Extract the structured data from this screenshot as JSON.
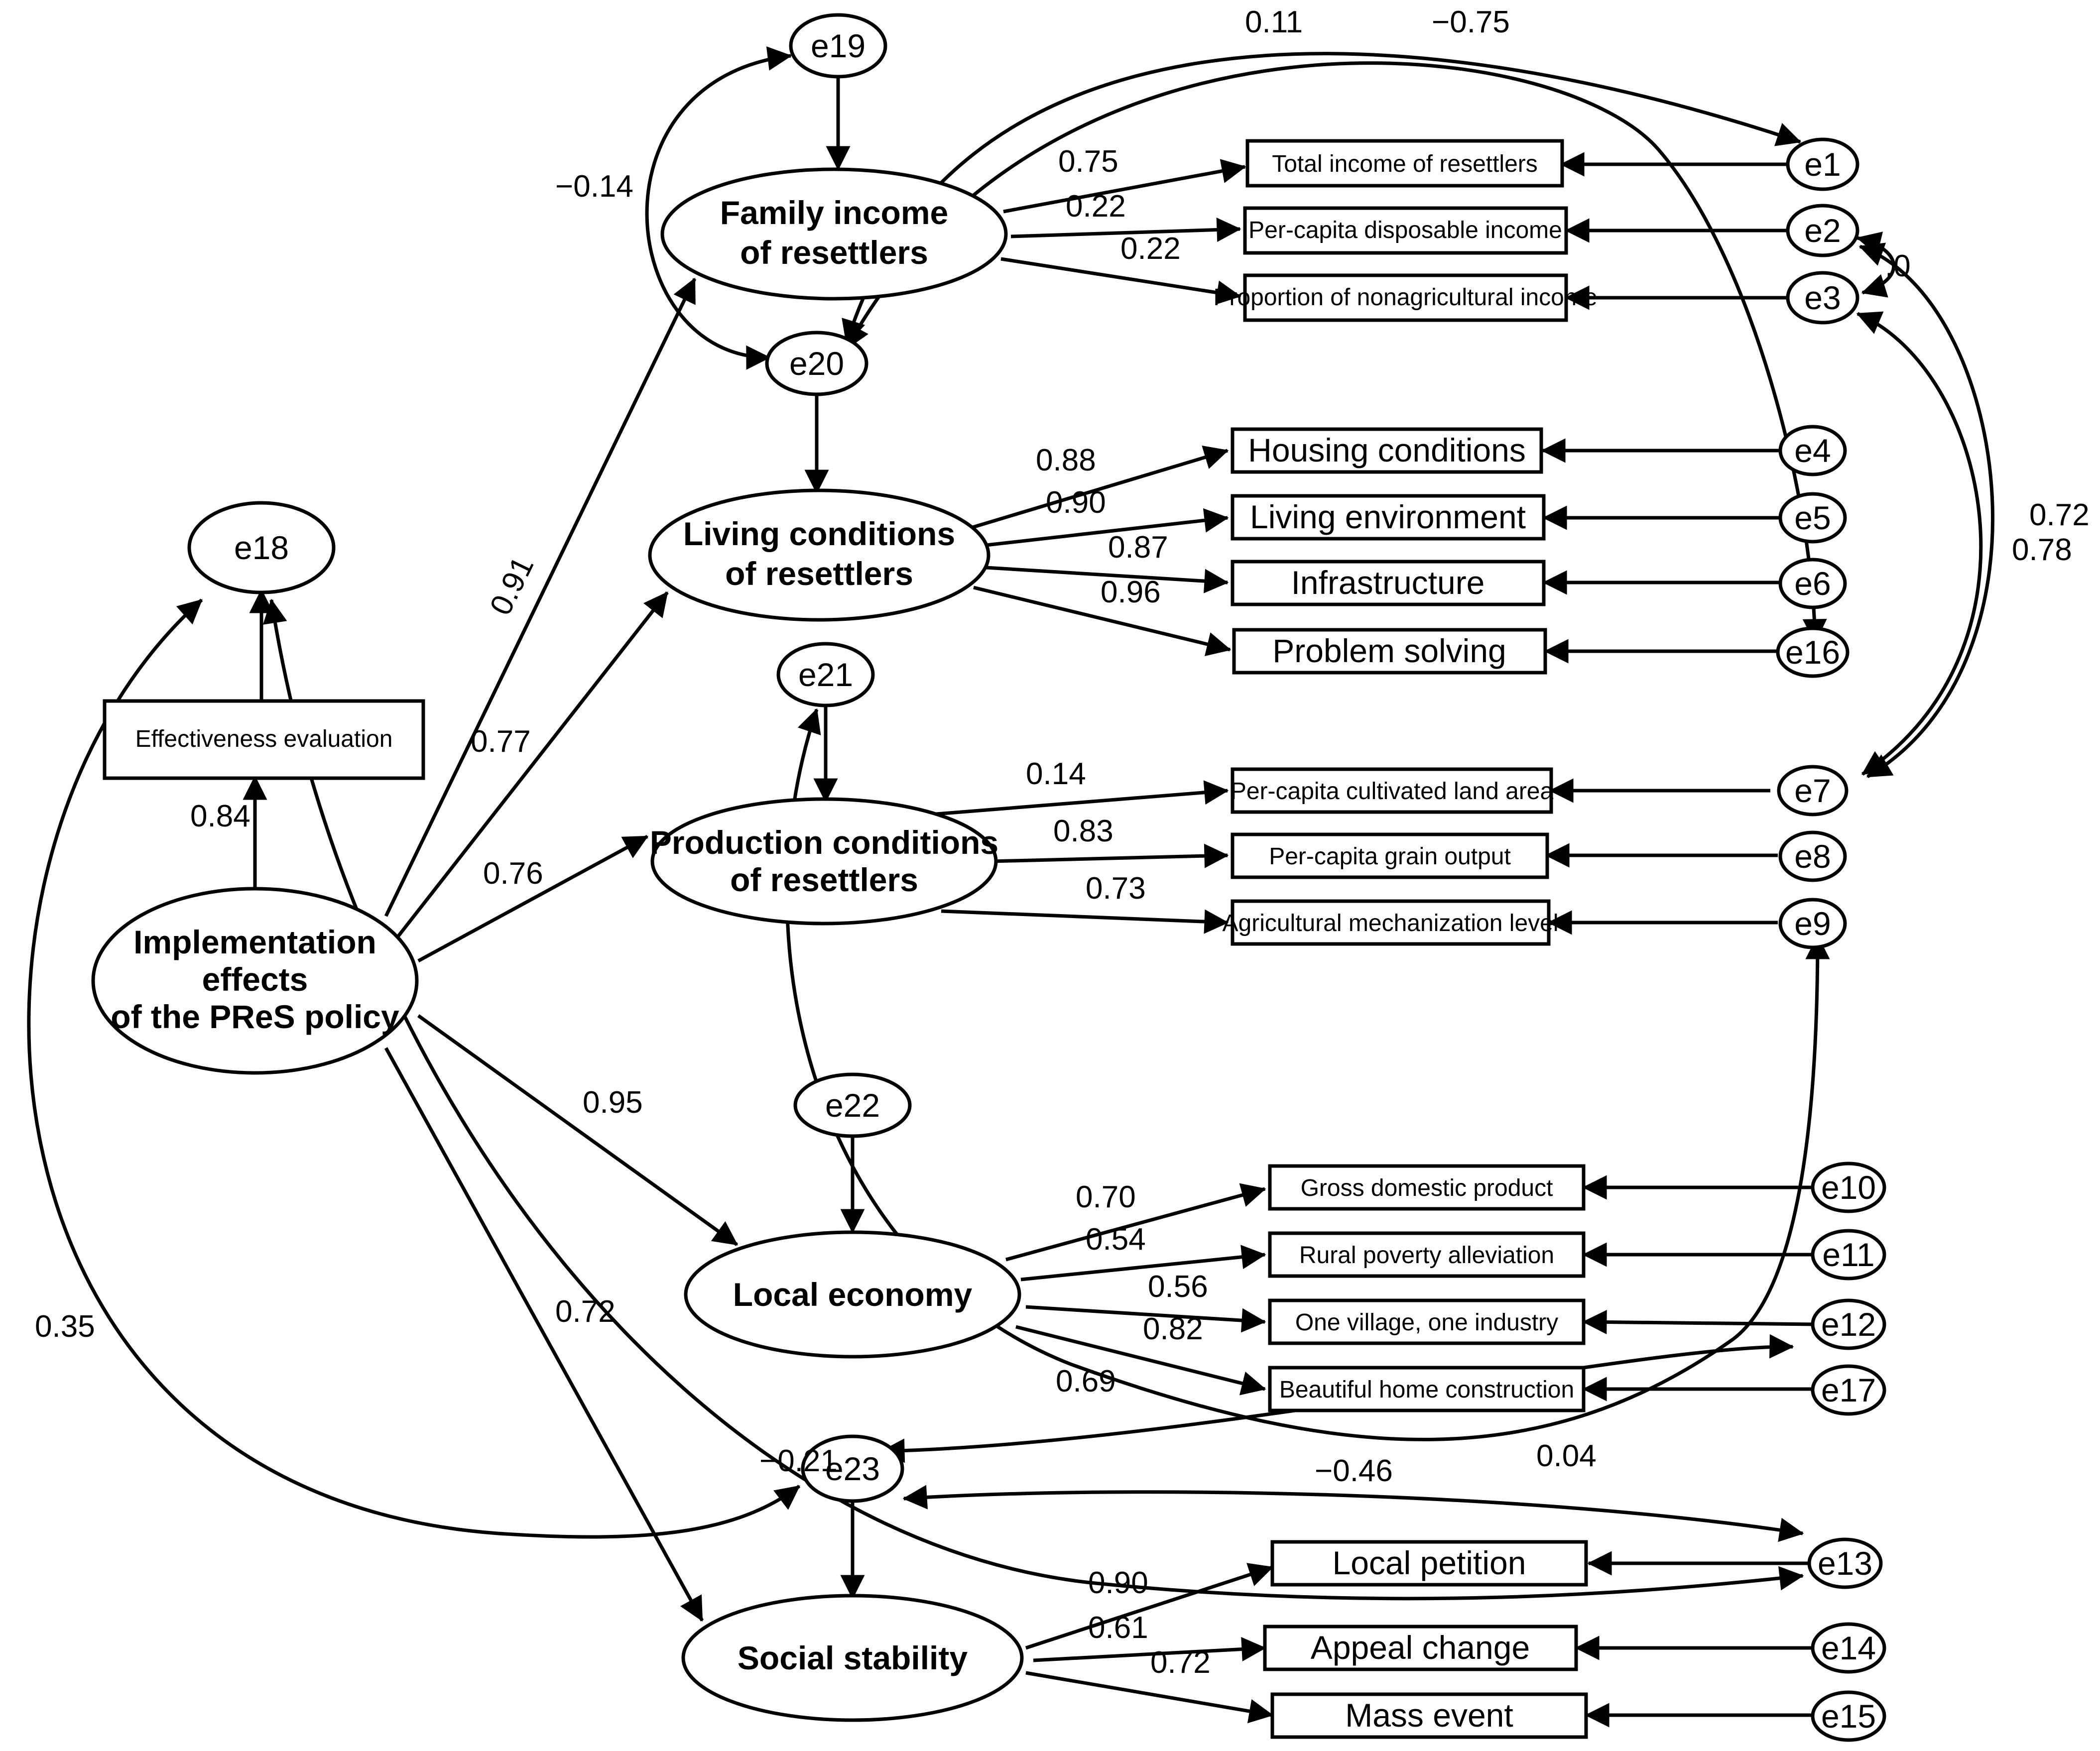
{
  "nodes": {
    "e1": "e1",
    "e2": "e2",
    "e3": "e3",
    "e4": "e4",
    "e5": "e5",
    "e6": "e6",
    "e7": "e7",
    "e8": "e8",
    "e9": "e9",
    "e10": "e10",
    "e11": "e11",
    "e12": "e12",
    "e13": "e13",
    "e14": "e14",
    "e15": "e15",
    "e16": "e16",
    "e17": "e17",
    "e18": "e18",
    "e19": "e19",
    "e20": "e20",
    "e21": "e21",
    "e22": "e22",
    "e23": "e23",
    "implementation": [
      "Implementation",
      "effects",
      "of the PReS policy"
    ],
    "family_income": [
      "Family income",
      "of resettlers"
    ],
    "living_conditions": [
      "Living conditions",
      "of resettlers"
    ],
    "production_conditions": [
      "Production conditions",
      "of resettlers"
    ],
    "local_economy": "Local economy",
    "social_stability": "Social stability",
    "effectiveness_evaluation": "Effectiveness evaluation",
    "total_income": "Total income of resettlers",
    "per_capita_disposable_income": "Per-capita disposable income",
    "proportion_nonagricultural_income": "Proportion of nonagricultural income",
    "housing_conditions": "Housing conditions",
    "living_environment": "Living environment",
    "infrastructure": "Infrastructure",
    "problem_solving": "Problem solving",
    "per_capita_cultivated_land": "Per-capita cultivated land area",
    "per_capita_grain_output": "Per-capita grain output",
    "agricultural_mechanization": "Agricultural mechanization level",
    "gross_domestic_product": "Gross domestic product",
    "rural_poverty_alleviation": "Rural poverty alleviation",
    "one_village_one_industry": "One village, one industry",
    "beautiful_home_construction": "Beautiful home construction",
    "local_petition": "Local petition",
    "appeal_change": "Appeal change",
    "mass_event": "Mass event"
  },
  "coefficients": {
    "impl_family": "0.91",
    "impl_living": "0.77",
    "impl_production": "0.76",
    "impl_economy": "0.95",
    "impl_social": "0.72",
    "impl_effectiveness": "0.84",
    "e18_e23": "0.35",
    "e19_e20": "−0.14",
    "e20_e1": "0.11",
    "e20_e16": "−0.75",
    "e2_e3": ".0",
    "e3_e7": "0.72",
    "e2_e7": "0.78",
    "e21_e13": "−0.21",
    "e23_e12": "−0.46",
    "e18_e13": "0.04",
    "family_total_income": "0.75",
    "family_disposable": "0.22",
    "family_nonagri": "0.22",
    "living_housing": "0.88",
    "living_environment": "0.90",
    "living_infrastructure": "0.87",
    "living_problem": "0.96",
    "production_land": "0.14",
    "production_grain": "0.83",
    "production_mechanization": "0.73",
    "economy_gdp": "0.70",
    "economy_poverty": "0.54",
    "economy_village": "0.56",
    "economy_beautiful": "0.82",
    "economy_extra": "0.69",
    "social_petition": "0.90",
    "social_appeal": "0.61",
    "social_mass": "0.72"
  }
}
